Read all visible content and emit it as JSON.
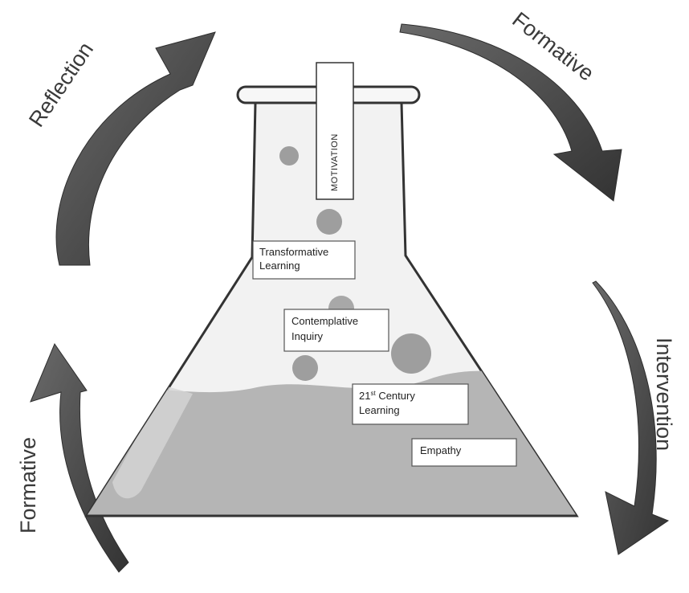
{
  "cycle": {
    "top_left": "Reflection",
    "top_right": "Formative",
    "right": "Intervention",
    "bottom_left": "Formative"
  },
  "flask": {
    "tag_motivation": "MOTIVATION",
    "box_transformative": [
      "Transformative",
      "Learning"
    ],
    "box_contemplative": [
      "Contemplative",
      "Inquiry"
    ],
    "box_century": {
      "number": "21",
      "suffix": "st",
      "line1_rest": " Century",
      "line2": "Learning"
    },
    "box_empathy": "Empathy"
  },
  "colors": {
    "arrow": "#4a4a4a",
    "liquid": "#b5b5b5",
    "glass_fill": "#f2f2f2",
    "glass_stroke": "#333333",
    "bubble": "#9e9e9e"
  }
}
